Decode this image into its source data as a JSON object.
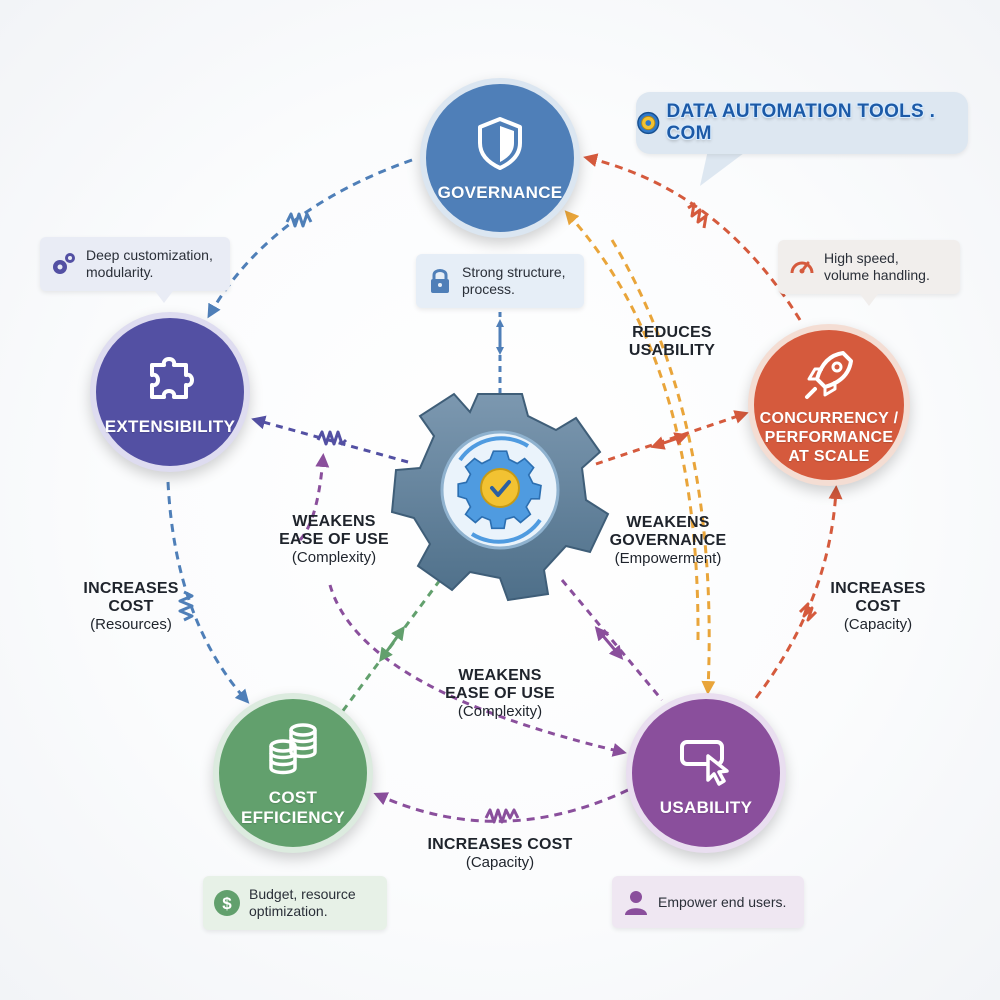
{
  "brand": {
    "text": "DATA AUTOMATION TOOLS . COM",
    "icon": "gear-icon"
  },
  "nodes": {
    "governance": {
      "label": "GOVERNANCE",
      "icon": "shield-icon",
      "color": "#4f7fb8"
    },
    "extensibility": {
      "label": "EXTENSIBILITY",
      "icon": "puzzle-icon",
      "color": "#5350a3"
    },
    "concurrency": {
      "label": "CONCURRENCY /\nPERFORMANCE\nAT SCALE",
      "icon": "rocket-icon",
      "color": "#d55a3d"
    },
    "cost_efficiency": {
      "label": "COST\nEFFICIENCY",
      "icon": "coins-icon",
      "color": "#62a06d"
    },
    "usability": {
      "label": "USABILITY",
      "icon": "cursor-icon",
      "color": "#8a4f9c"
    }
  },
  "center": {
    "icon": "gear-check-icon"
  },
  "callouts": {
    "extensibility": {
      "text": "Deep customization,\nmodularity.",
      "icon": "gears-icon"
    },
    "governance": {
      "text": "Strong structure,\nprocess.",
      "icon": "lock-icon"
    },
    "concurrency": {
      "text": "High speed,\nvolume handling.",
      "icon": "speedometer-icon"
    },
    "cost_efficiency": {
      "text": "Budget, resource\noptimization.",
      "icon": "dollar-icon"
    },
    "usability": {
      "text": "Empower end users.",
      "icon": "user-icon"
    }
  },
  "edge_labels": {
    "reduces_usability": {
      "title": "REDUCES\nUSABILITY",
      "sub": ""
    },
    "weakens_ease_left": {
      "title": "WEAKENS\nEASE OF USE",
      "sub": "(Complexity)"
    },
    "weakens_governance": {
      "title": "WEAKENS\nGOVERNANCE",
      "sub": "(Empowerment)"
    },
    "increases_cost_left": {
      "title": "INCREASES\nCOST",
      "sub": "(Resources)"
    },
    "increases_cost_right": {
      "title": "INCREASES\nCOST",
      "sub": "(Capacity)"
    },
    "weakens_ease_bottom": {
      "title": "WEAKENS\nEASE OF USE",
      "sub": "(Complexity)"
    },
    "increases_cost_bottom": {
      "title": "INCREASES COST",
      "sub": "(Capacity)"
    }
  },
  "colors": {
    "governance": "#4f7fb8",
    "extensibility": "#5350a3",
    "concurrency": "#d55a3d",
    "cost_efficiency": "#62a06d",
    "usability": "#8a4f9c",
    "reduces_usability_arrow": "#e9a53a",
    "center_gear": "#5e7f99"
  }
}
